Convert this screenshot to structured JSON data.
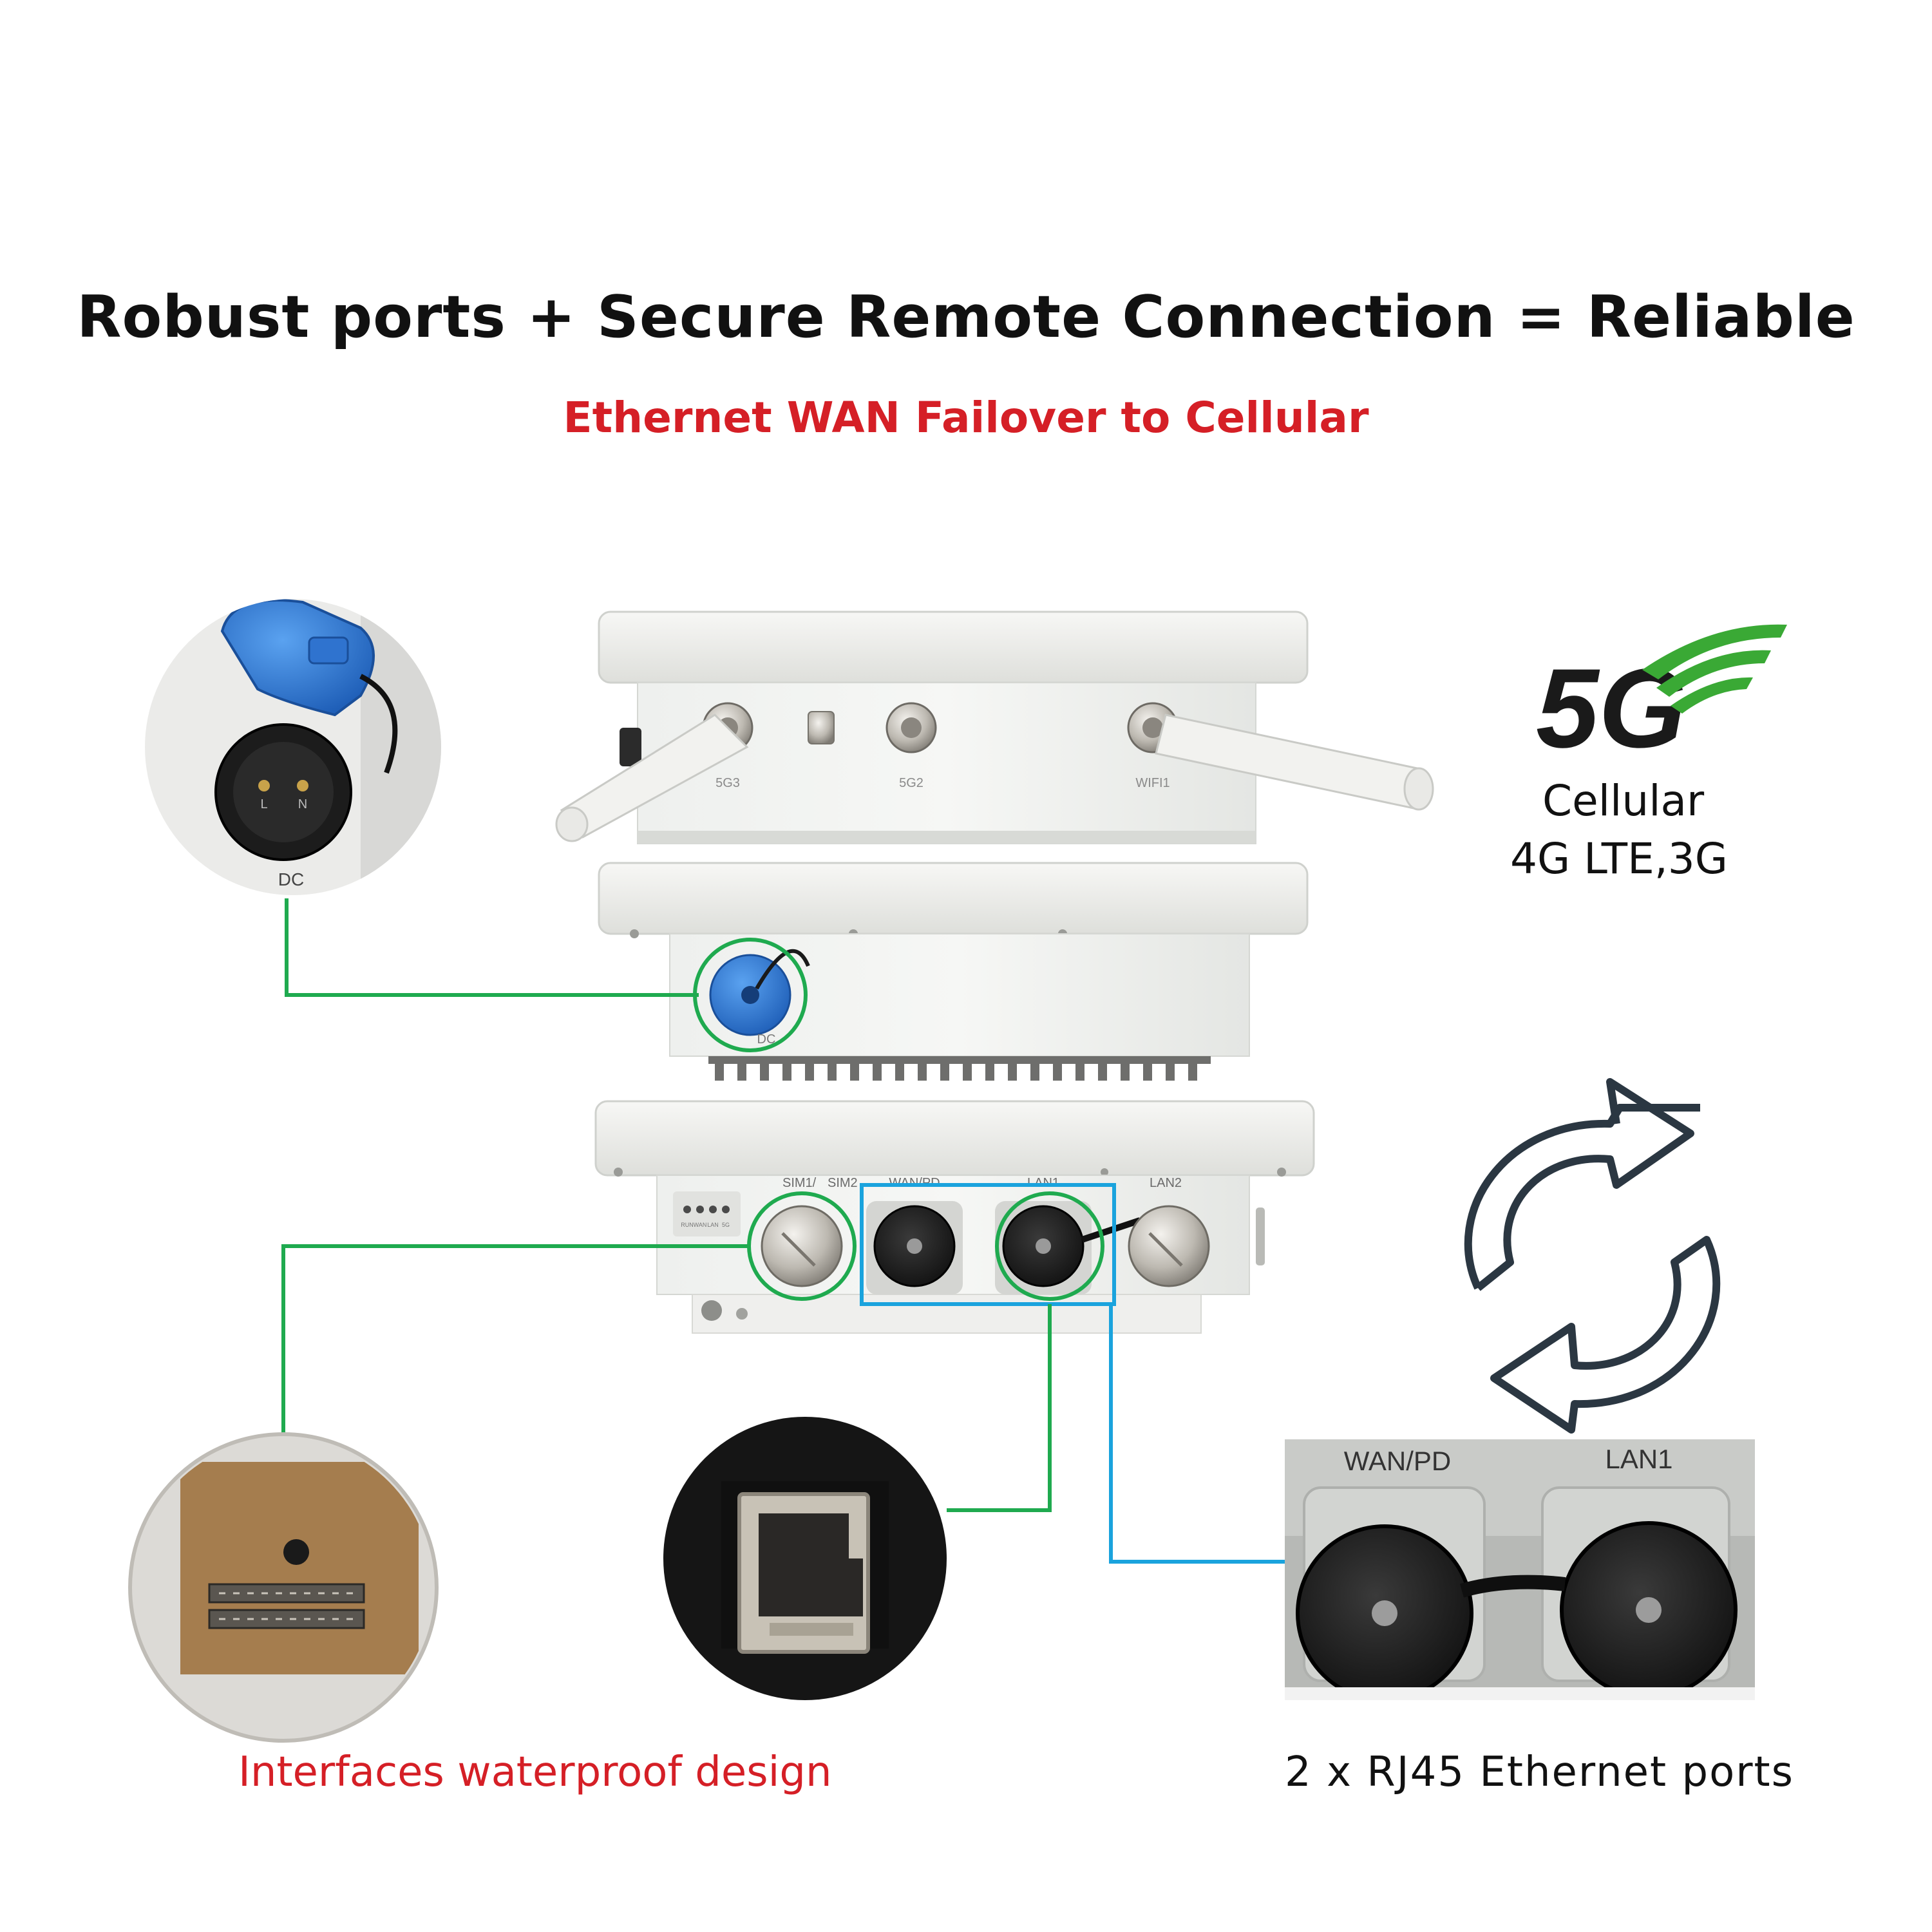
{
  "headline": "Robust ports +  Secure Remote Connection = Reliable",
  "subheadline": "Ethernet  WAN Failover to Cellular",
  "cellular": {
    "badge": "5G",
    "line1": "Cellular",
    "line2": "4G LTE,3G"
  },
  "router_top": {
    "antenna_labels": [
      "5G3",
      "5G2",
      "WIFI1"
    ]
  },
  "router_middle": {
    "dc_port_label": "DC"
  },
  "router_bottom": {
    "port_labels": [
      "SIM1/",
      "SIM2",
      "WAN/PD",
      "LAN1",
      "LAN2"
    ],
    "led_labels": [
      "RUN",
      "WAN",
      "LAN",
      "5G"
    ]
  },
  "dc_inset": {
    "label": "DC",
    "pins": [
      "L",
      "N"
    ]
  },
  "ethernet_inset": {
    "port_labels": [
      "WAN/PD",
      "LAN1"
    ]
  },
  "captions": {
    "left": "Interfaces waterproof design",
    "right": "2 x RJ45 Ethernet ports"
  },
  "colors": {
    "headline": "#111111",
    "accent_red": "#d51f26",
    "connector_green": "#1faa4f",
    "connector_blue": "#1aa3dd",
    "signal_green": "#3aa935",
    "cap_blue": "#2f7fd8",
    "sync_icon": "#2b3742"
  }
}
